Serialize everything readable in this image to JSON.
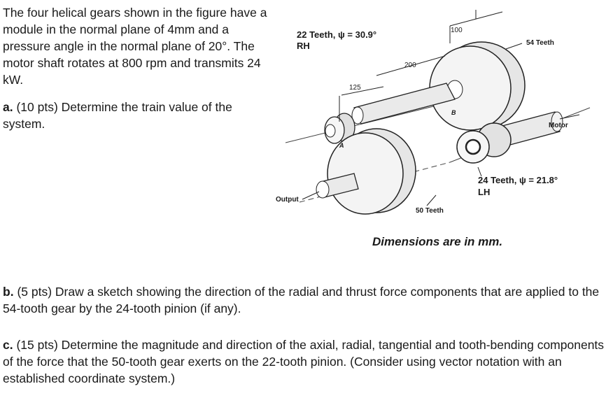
{
  "problem": {
    "intro": "The four helical gears shown in the figure have a module in the normal plane of 4mm and a pressure angle in the normal plane of 20°. The motor shaft rotates at 800 rpm and transmits 24 kW.",
    "part_a": {
      "label": "a.",
      "text": "(10 pts) Determine the train value of the system."
    },
    "part_b": {
      "label": "b.",
      "text": "(5 pts) Draw a sketch showing the direction of the radial and thrust force components that are applied to the 54-tooth gear by the 24-tooth pinion (if any)."
    },
    "part_c": {
      "label": "c.",
      "text": "(15 pts) Determine the magnitude and direction of the axial, radial, tangential and tooth-bending components of the force that the 50-tooth gear exerts on the 22-tooth pinion. (Consider using vector notation with an established coordinate system.)"
    }
  },
  "figure": {
    "gear_22_label": "22 Teeth, ψ = 30.9°",
    "gear_22_hand": "RH",
    "gear_54_label": "54 Teeth",
    "gear_24_label": "24 Teeth, ψ = 21.8°",
    "gear_24_hand": "LH",
    "gear_50_label": "50 Teeth",
    "dim_100": "100",
    "dim_200": "200",
    "dim_125": "125",
    "point_a": "A",
    "point_b": "B",
    "motor_label": "Motor",
    "output_label": "Output",
    "caption": "Dimensions are in mm."
  }
}
